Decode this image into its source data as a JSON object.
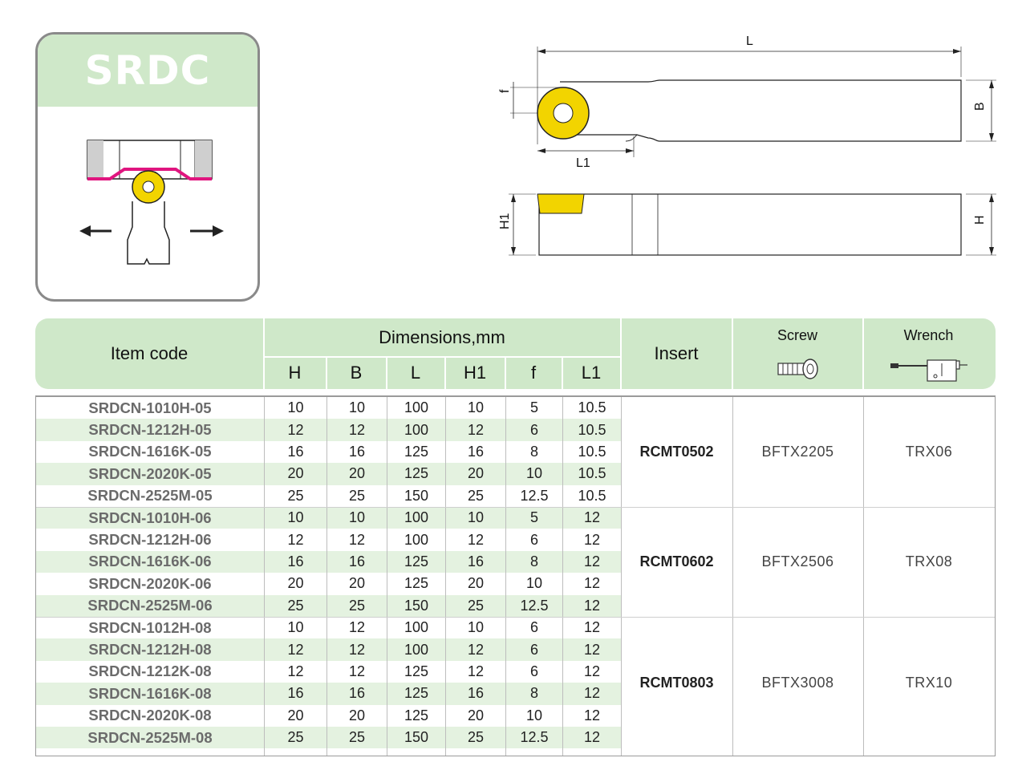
{
  "card": {
    "title": "SRDC"
  },
  "drawing": {
    "labels": {
      "L": "L",
      "f": "f",
      "B": "B",
      "L1": "L1",
      "H1": "H1",
      "H": "H"
    }
  },
  "table": {
    "header": {
      "item_code": "Item code",
      "dimensions": "Dimensions,mm",
      "dim_cols": [
        "H",
        "B",
        "L",
        "H1",
        "f",
        "L1"
      ],
      "insert": "Insert",
      "screw": "Screw",
      "wrench": "Wrench"
    },
    "rows": [
      [
        "SRDCN-1010H-05",
        "10",
        "10",
        "100",
        "10",
        "5",
        "10.5"
      ],
      [
        "SRDCN-1212H-05",
        "12",
        "12",
        "100",
        "12",
        "6",
        "10.5"
      ],
      [
        "SRDCN-1616K-05",
        "16",
        "16",
        "125",
        "16",
        "8",
        "10.5"
      ],
      [
        "SRDCN-2020K-05",
        "20",
        "20",
        "125",
        "20",
        "10",
        "10.5"
      ],
      [
        "SRDCN-2525M-05",
        "25",
        "25",
        "150",
        "25",
        "12.5",
        "10.5"
      ],
      [
        "SRDCN-1010H-06",
        "10",
        "10",
        "100",
        "10",
        "5",
        "12"
      ],
      [
        "SRDCN-1212H-06",
        "12",
        "12",
        "100",
        "12",
        "6",
        "12"
      ],
      [
        "SRDCN-1616K-06",
        "16",
        "16",
        "125",
        "16",
        "8",
        "12"
      ],
      [
        "SRDCN-2020K-06",
        "20",
        "20",
        "125",
        "20",
        "10",
        "12"
      ],
      [
        "SRDCN-2525M-06",
        "25",
        "25",
        "150",
        "25",
        "12.5",
        "12"
      ],
      [
        "SRDCN-1012H-08",
        "10",
        "12",
        "100",
        "10",
        "6",
        "12"
      ],
      [
        "SRDCN-1212H-08",
        "12",
        "12",
        "100",
        "12",
        "6",
        "12"
      ],
      [
        "SRDCN-1212K-08",
        "12",
        "12",
        "125",
        "12",
        "6",
        "12"
      ],
      [
        "SRDCN-1616K-08",
        "16",
        "16",
        "125",
        "16",
        "8",
        "12"
      ],
      [
        "SRDCN-2020K-08",
        "20",
        "20",
        "125",
        "20",
        "10",
        "12"
      ],
      [
        "SRDCN-2525M-08",
        "25",
        "25",
        "150",
        "25",
        "12.5",
        "12"
      ]
    ],
    "groups": [
      {
        "insert": "RCMT0502",
        "screw": "BFTX2205",
        "wrench": "TRX06"
      },
      {
        "insert": "RCMT0602",
        "screw": "BFTX2506",
        "wrench": "TRX08"
      },
      {
        "insert": "RCMT0803",
        "screw": "BFTX3008",
        "wrench": "TRX10"
      }
    ]
  }
}
